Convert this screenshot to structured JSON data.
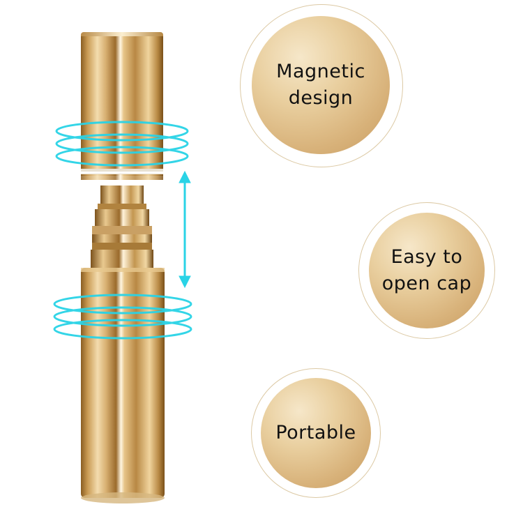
{
  "features": [
    {
      "id": "magnetic",
      "label": "Magnetic\ndesign"
    },
    {
      "id": "easy-open",
      "label": "Easy to\nopen cap"
    },
    {
      "id": "portable",
      "label": "Portable"
    }
  ],
  "colors": {
    "gold_light": "#f6e7c9",
    "gold_mid": "#d8b27a",
    "gold_dark": "#a8772f",
    "accent_cyan": "#29d3e6",
    "ring_border": "#dcc9a4"
  }
}
